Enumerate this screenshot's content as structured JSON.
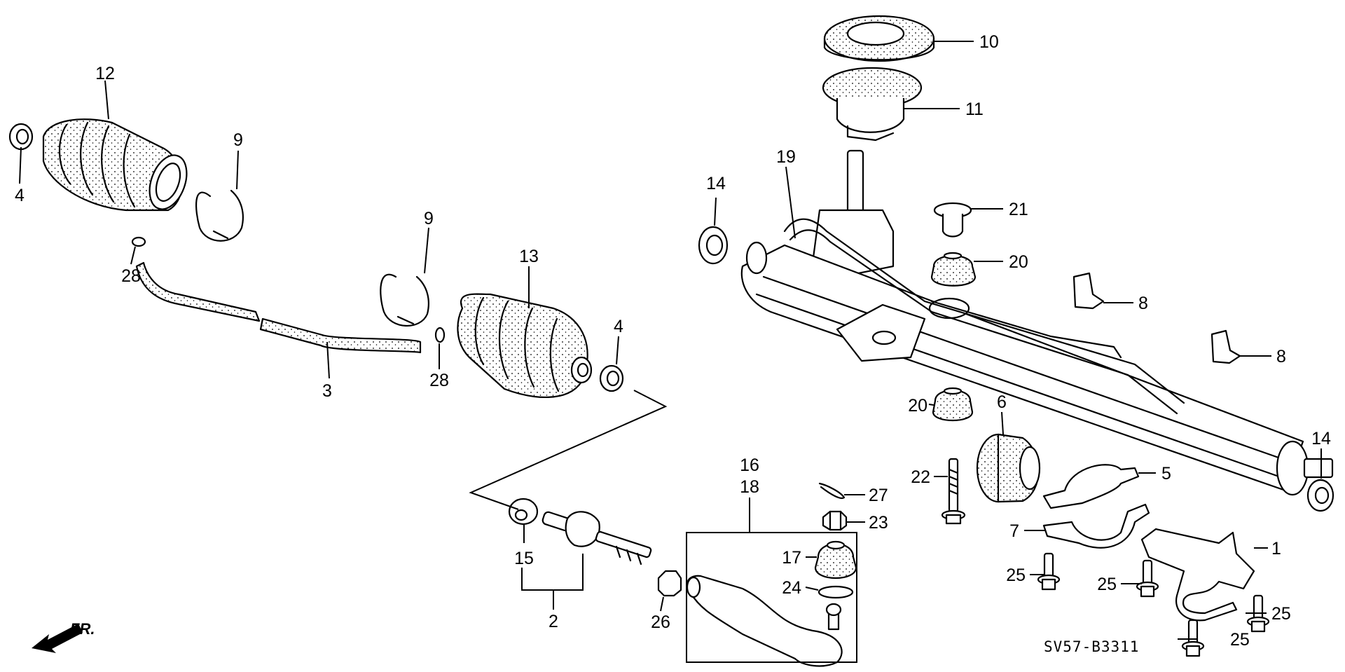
{
  "diagram": {
    "code": "SV57-B3311",
    "front_label": "FR.",
    "callouts": {
      "c1": "1",
      "c2": "2",
      "c3": "3",
      "c4a": "4",
      "c4b": "4",
      "c5": "5",
      "c6": "6",
      "c7": "7",
      "c8a": "8",
      "c8b": "8",
      "c9a": "9",
      "c9b": "9",
      "c10": "10",
      "c11": "11",
      "c12": "12",
      "c13": "13",
      "c14a": "14",
      "c14b": "14",
      "c15": "15",
      "c16": "16",
      "c17": "17",
      "c18": "18",
      "c19": "19",
      "c20a": "20",
      "c20b": "20",
      "c21": "21",
      "c22": "22",
      "c23": "23",
      "c24": "24",
      "c25a": "25",
      "c25b": "25",
      "c25c": "25",
      "c25d": "25",
      "c26": "26",
      "c27": "27",
      "c28a": "28",
      "c28b": "28"
    }
  }
}
